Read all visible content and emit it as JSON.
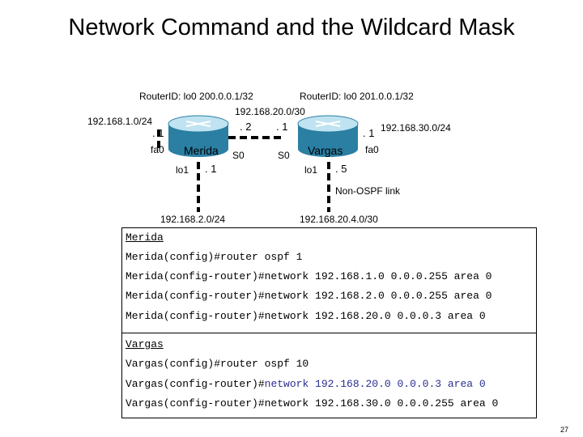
{
  "title": "Network Command and the Wildcard Mask",
  "diagram": {
    "routerid_merida": "RouterID: lo0 200.0.0.1/32",
    "routerid_vargas": "RouterID: lo0 201.0.0.1/32",
    "net_left": "192.168.1.0/24",
    "net_middle": "192.168.20.0/30",
    "net_right": "192.168.30.0/24",
    "net_bottom_left": "192.168.2.0/24",
    "net_bottom_right": "192.168.20.4.0/30",
    "merida": {
      "name": "Merida",
      "fa0_addr": ". 1",
      "fa0": "fa0",
      "s0_addr": ". 2",
      "s0": "S0",
      "lo1": "lo1",
      "lo1_addr": ". 1"
    },
    "vargas": {
      "name": "Vargas",
      "fa0_addr": ". 1",
      "fa0": "fa0",
      "s0_addr": ". 1",
      "s0": "S0",
      "lo1": "lo1",
      "lo1_addr": ". 5"
    },
    "non_ospf": "Non-OSPF link"
  },
  "config_merida": {
    "heading": "Merida",
    "lines": [
      "Merida(config)#router ospf 1",
      "Merida(config-router)#network 192.168.1.0 0.0.0.255 area 0",
      "Merida(config-router)#network 192.168.2.0 0.0.0.255 area 0",
      "Merida(config-router)#network 192.168.20.0 0.0.0.3 area 0"
    ]
  },
  "config_vargas": {
    "heading": "Vargas",
    "line1": "Vargas(config)#router ospf 10",
    "line2_prefix": "Vargas(config-router)#",
    "line2_rest": "network 192.168.20.0 0.0.0.3 area 0",
    "line3": "Vargas(config-router)#network 192.168.30.0 0.0.0.255 area 0"
  },
  "page_number": "27",
  "colors": {
    "router_body": "#2a7fa3",
    "router_top": "#bfe3f0",
    "highlight": "#2b2e8f"
  }
}
